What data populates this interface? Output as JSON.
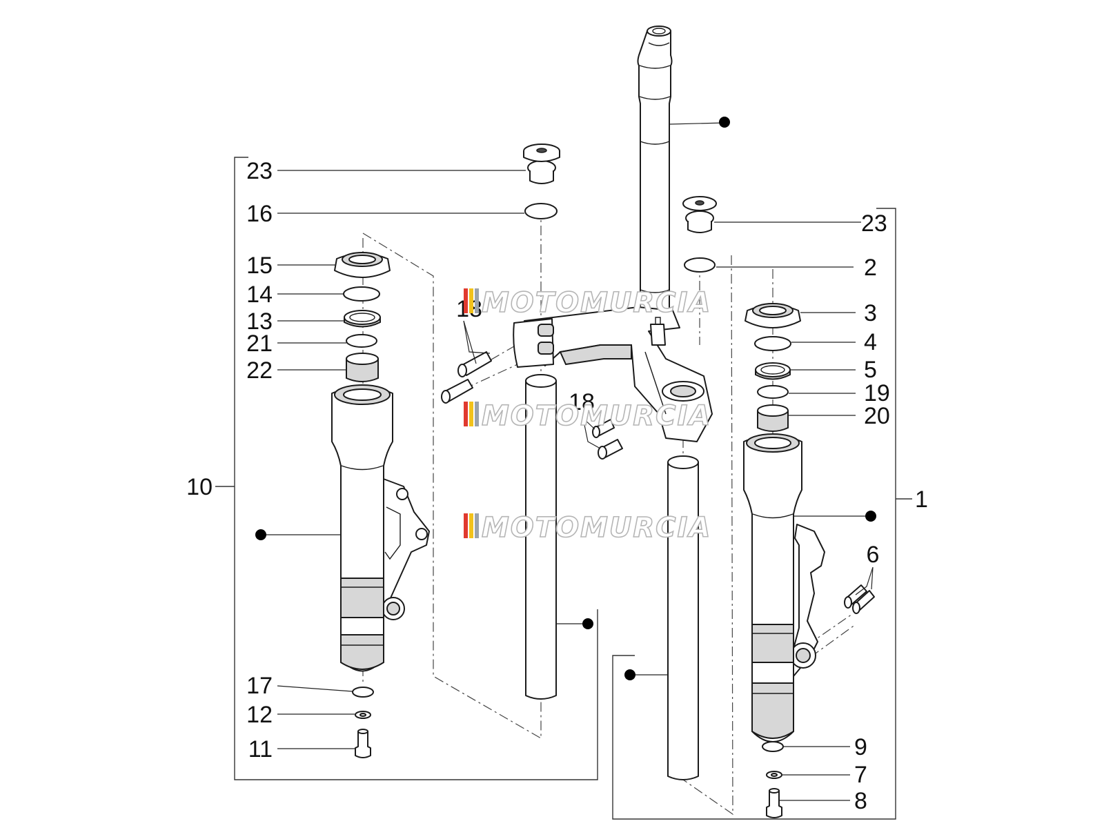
{
  "watermark": {
    "text": "MOTOMURCIA",
    "stripe_colors": [
      "#e03a2f",
      "#f2c21b",
      "#9ba3ab"
    ]
  },
  "callouts": {
    "c23a": "23",
    "c16": "16",
    "c15": "15",
    "c14": "14",
    "c13": "13",
    "c21": "21",
    "c22": "22",
    "c10": "10",
    "c17": "17",
    "c12": "12",
    "c11": "11",
    "c18a": "18",
    "c18b": "18",
    "c23b": "23",
    "c2": "2",
    "c3": "3",
    "c4": "4",
    "c5": "5",
    "c19": "19",
    "c20": "20",
    "c1": "1",
    "c6": "6",
    "c9": "9",
    "c7": "7",
    "c8": "8"
  },
  "colors": {
    "line": "#1a1a1a",
    "shade": "#d7d7d7",
    "background": "#ffffff"
  }
}
